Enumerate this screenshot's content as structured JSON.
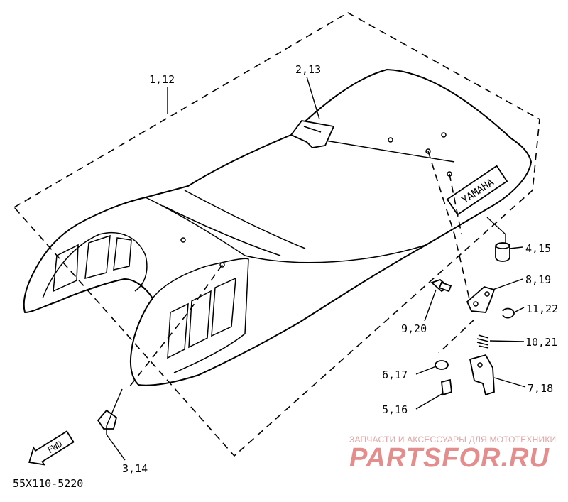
{
  "diagram": {
    "callouts": [
      {
        "id": "c1",
        "text": "1,12"
      },
      {
        "id": "c2",
        "text": "2,13"
      },
      {
        "id": "c3",
        "text": "4,15"
      },
      {
        "id": "c4",
        "text": "8,19"
      },
      {
        "id": "c5",
        "text": "11,22"
      },
      {
        "id": "c6",
        "text": "9,20"
      },
      {
        "id": "c7",
        "text": "10,21"
      },
      {
        "id": "c8",
        "text": "6,17"
      },
      {
        "id": "c9",
        "text": "7,18"
      },
      {
        "id": "c10",
        "text": "5,16"
      },
      {
        "id": "c11",
        "text": "3,14"
      }
    ],
    "brand_on_seat": "YAMAHA",
    "direction_marker": "FWD",
    "drawing_code": "55X110-5220"
  },
  "watermark": {
    "tagline": "ЗАПЧАСТИ И АКСЕССУАРЫ ДЛЯ МОТОТЕХНИКИ",
    "logo": "PARTSFOR.RU"
  },
  "colors": {
    "ink": "#000000",
    "watermark": "#e38d8d",
    "background": "#ffffff"
  }
}
